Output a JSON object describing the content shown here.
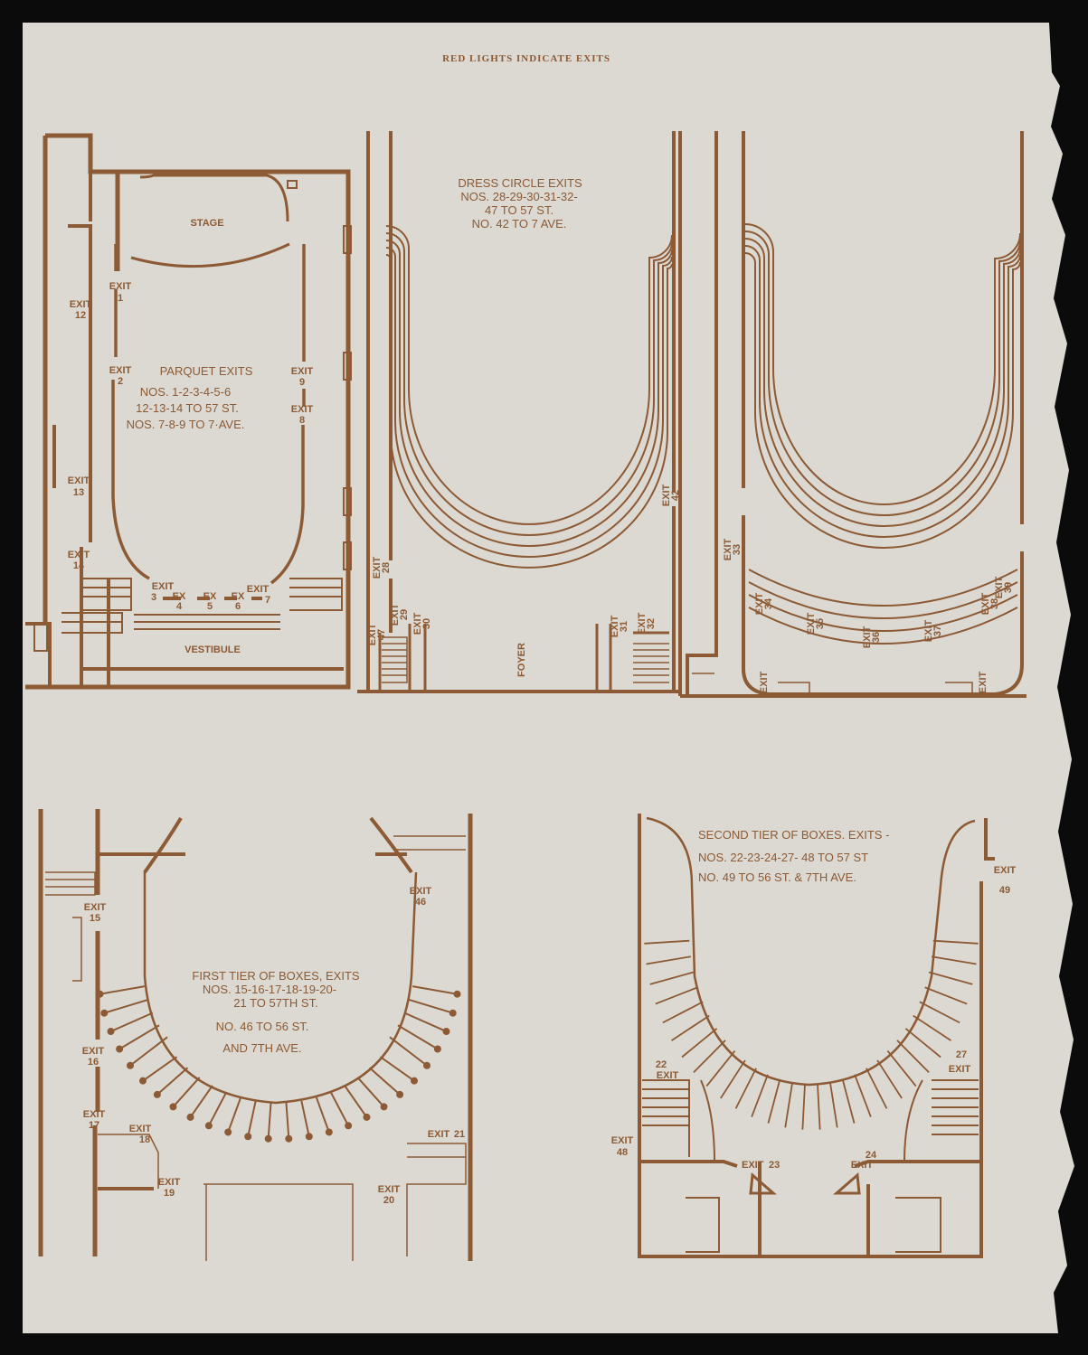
{
  "header": "RED LIGHTS INDICATE EXITS",
  "colors": {
    "ink": "#8c5a34",
    "paper": "#dcd9d2",
    "background": "#0b0b0b"
  },
  "exit_word": "EXIT",
  "ex_word": "EX",
  "parquet": {
    "title": "PARQUET EXITS",
    "lines": [
      "NOS. 1-2-3-4-5-6",
      "12-13-14 TO 57 ST.",
      "NOS. 7-8-9 TO 7·AVE."
    ],
    "stage": "STAGE",
    "vestibule": "VESTIBULE",
    "exits": [
      "1",
      "2",
      "3",
      "4",
      "5",
      "6",
      "7",
      "8",
      "9",
      "12",
      "13",
      "14"
    ]
  },
  "dress_circle": {
    "title": "DRESS CIRCLE EXITS",
    "lines": [
      "NOS. 28-29-30-31-32-",
      "47 TO 57 ST.",
      "NO. 42 TO 7 AVE."
    ],
    "foyer": "FOYER",
    "exits": [
      "28",
      "47",
      "29",
      "30",
      "31",
      "32",
      "42",
      "33",
      "34",
      "35",
      "36",
      "37",
      "38",
      "39"
    ]
  },
  "first_tier": {
    "lines": [
      "FIRST TIER OF BOXES, EXITS",
      "NOS. 15-16-17-18-19-20-",
      "21 TO 57TH ST.",
      "NO. 46 TO 56 ST.",
      "AND 7TH AVE."
    ],
    "exits": [
      "15",
      "16",
      "17",
      "18",
      "19",
      "20",
      "21",
      "46"
    ]
  },
  "second_tier": {
    "lines": [
      "SECOND TIER OF BOXES. EXITS -",
      "NOS. 22-23-24-27- 48 TO 57 ST",
      "NO. 49 TO 56 ST. & 7TH AVE."
    ],
    "exits": [
      "22",
      "23",
      "24",
      "27",
      "48",
      "49"
    ]
  }
}
